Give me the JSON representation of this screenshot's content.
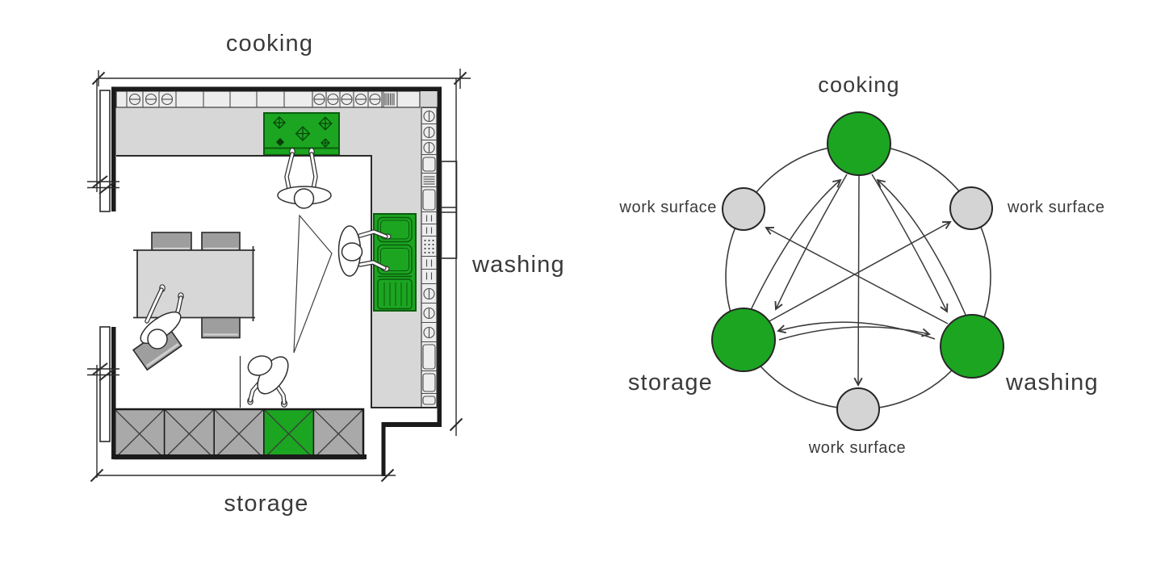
{
  "colors": {
    "green": "#1ca521",
    "green_dark": "#0a5c0d",
    "node_gray": "#d4d4d4",
    "counter_gray": "#d7d7d7",
    "cabinet_gray": "#a9a9a9",
    "furniture_gray": "#9e9e9e",
    "line_dark": "#1b1b1b",
    "text": "#3a3a3a"
  },
  "floor_plan": {
    "zone_labels": {
      "top": "cooking",
      "right": "washing",
      "bottom": "storage"
    }
  },
  "flow_diagram": {
    "nodes": {
      "cooking": {
        "label": "cooking",
        "kind": "activity-zone"
      },
      "storage": {
        "label": "storage",
        "kind": "activity-zone"
      },
      "washing": {
        "label": "washing",
        "kind": "activity-zone"
      },
      "work_surface_left": {
        "label": "work surface",
        "kind": "work-surface"
      },
      "work_surface_right": {
        "label": "work surface",
        "kind": "work-surface"
      },
      "work_surface_bottom": {
        "label": "work surface",
        "kind": "work-surface"
      }
    },
    "edges": [
      {
        "from": "storage",
        "to": "cooking"
      },
      {
        "from": "washing",
        "to": "cooking"
      },
      {
        "from": "cooking",
        "to": "storage"
      },
      {
        "from": "cooking",
        "to": "washing"
      },
      {
        "from": "storage",
        "to": "washing"
      },
      {
        "from": "washing",
        "to": "storage"
      },
      {
        "from": "storage",
        "to": "work_surface_right"
      },
      {
        "from": "washing",
        "to": "work_surface_left"
      },
      {
        "from": "cooking",
        "to": "work_surface_bottom"
      }
    ]
  }
}
